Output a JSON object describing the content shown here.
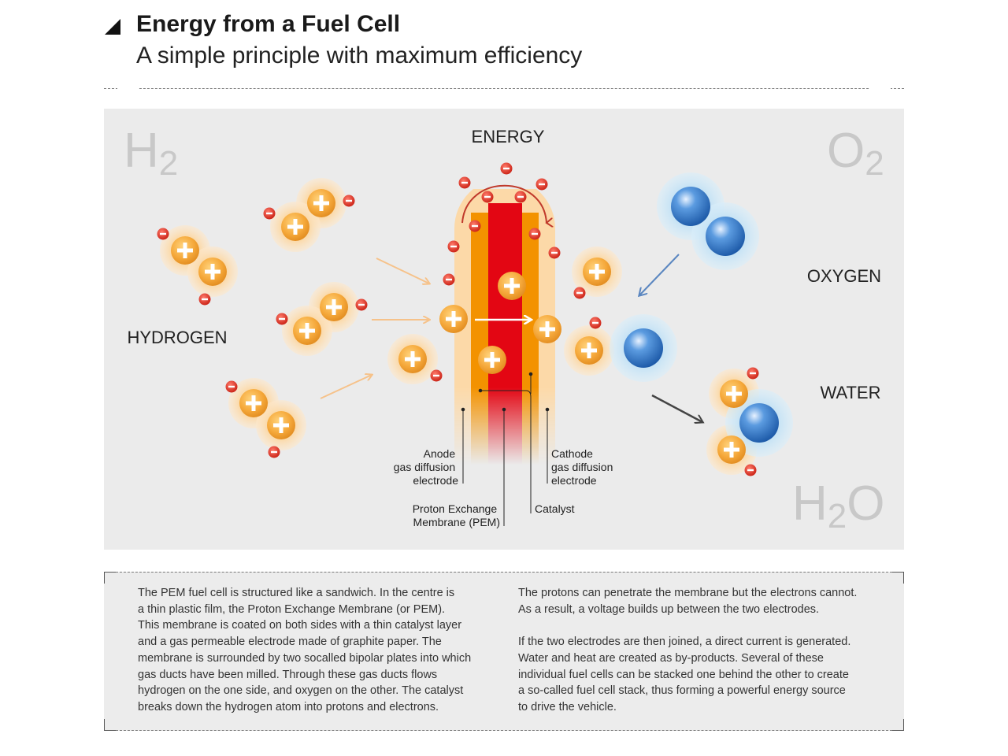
{
  "header": {
    "title": "Energy from a Fuel Cell",
    "subtitle": "A simple principle with maximum efficiency"
  },
  "diagram": {
    "formula_h2": {
      "main": "H",
      "sub": "2"
    },
    "formula_o2": {
      "main": "O",
      "sub": "2"
    },
    "formula_h2o": {
      "a": "H",
      "sub": "2",
      "b": "O"
    },
    "energy_label": "ENERGY",
    "hydrogen_label": "HYDROGEN",
    "oxygen_label": "OXYGEN",
    "water_label": "WATER",
    "anode_label": [
      "Anode",
      "gas diffusion",
      "electrode"
    ],
    "cathode_label": [
      "Cathode",
      "gas diffusion",
      "electrode"
    ],
    "pem_label": [
      "Proton Exchange",
      "Membrane (PEM)"
    ],
    "catalyst_label": "Catalyst",
    "colors": {
      "background": "#ebebeb",
      "proton": "#f0a030",
      "electron": "#d8261c",
      "membrane": "#e30613",
      "electrode": "#f39200",
      "oxygen": "#2a6fc0"
    }
  },
  "description": {
    "left_lines": [
      "The PEM fuel cell is structured like a sandwich. In the centre is",
      "a thin plastic film, the Proton Exchange Membrane (or PEM).",
      "This membrane is coated on both sides with a thin catalyst layer",
      "and a gas permeable electrode made of graphite paper. The",
      "membrane is surrounded by two socalled bipolar plates into which",
      "gas ducts have been milled. Through these gas ducts flows",
      "hydrogen on the one side, and oxygen on the other. The catalyst",
      "breaks down the hydrogen atom into protons and electrons."
    ],
    "right_lines": [
      "The protons can penetrate the membrane but the electrons cannot.",
      "As a result, a voltage builds up between the two electrodes.",
      "",
      "If the two electrodes are then joined, a direct current is generated.",
      "Water and heat are created as by-products. Several of these",
      "individual fuel cells can be stacked one behind the other to create",
      "a so-called fuel cell stack, thus forming a powerful energy source",
      "to drive the vehicle."
    ]
  }
}
